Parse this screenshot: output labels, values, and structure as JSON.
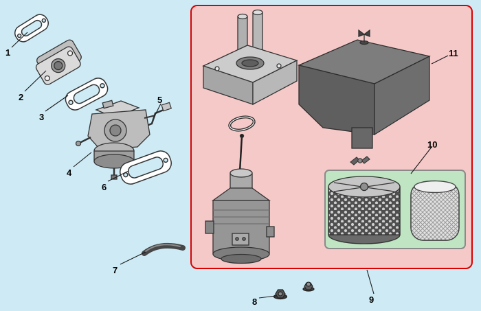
{
  "colors": {
    "bg": "#cdeaf5",
    "panel-pink-fill": "#f6c9c9",
    "panel-pink-border": "#d90000",
    "panel-green-fill": "#bfe5c2",
    "panel-green-border": "#8a8a8a",
    "line": "#1a1a1a",
    "label": "#000000"
  },
  "callouts": [
    {
      "text": "1",
      "part": "carburetor-gasket-upper"
    },
    {
      "text": "2",
      "part": "insulator-spacer"
    },
    {
      "text": "3",
      "part": "insulator-gasket"
    },
    {
      "text": "4",
      "part": "carburetor"
    },
    {
      "text": "5",
      "part": "choke-rod"
    },
    {
      "text": "6",
      "part": "air-cleaner-gasket"
    },
    {
      "text": "7",
      "part": "breather-tube"
    },
    {
      "text": "8",
      "part": "flange-nut"
    },
    {
      "text": "9",
      "part": "air-cleaner-assembly"
    },
    {
      "text": "10",
      "part": "filter-elements"
    },
    {
      "text": "11",
      "part": "air-cleaner-cover"
    }
  ]
}
